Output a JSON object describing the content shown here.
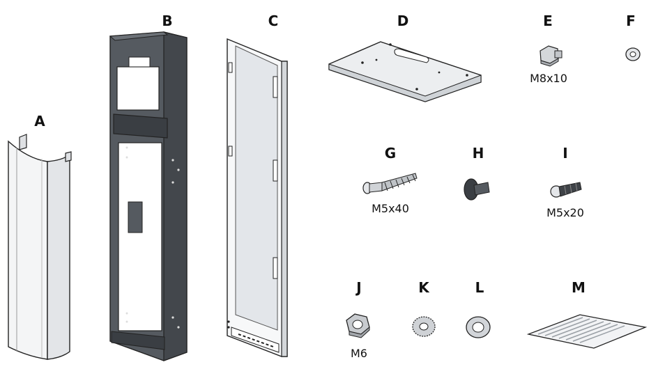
{
  "title": "",
  "parts": [
    {
      "letter": "A",
      "size": ""
    },
    {
      "letter": "B",
      "size": ""
    },
    {
      "letter": "C",
      "size": ""
    },
    {
      "letter": "D",
      "size": ""
    },
    {
      "letter": "E",
      "size": "M8x10"
    },
    {
      "letter": "F",
      "size": ""
    },
    {
      "letter": "G",
      "size": "M5x40"
    },
    {
      "letter": "H",
      "size": ""
    },
    {
      "letter": "I",
      "size": "M5x20"
    },
    {
      "letter": "J",
      "size": "M6"
    },
    {
      "letter": "K",
      "size": ""
    },
    {
      "letter": "L",
      "size": ""
    },
    {
      "letter": "M",
      "size": ""
    }
  ],
  "colors": {
    "outline": "#222222",
    "dark_metal": "#555a60",
    "darker_metal": "#3a3e43",
    "light_metal": "#e9ebed",
    "panel_gray": "#d4d7da"
  }
}
